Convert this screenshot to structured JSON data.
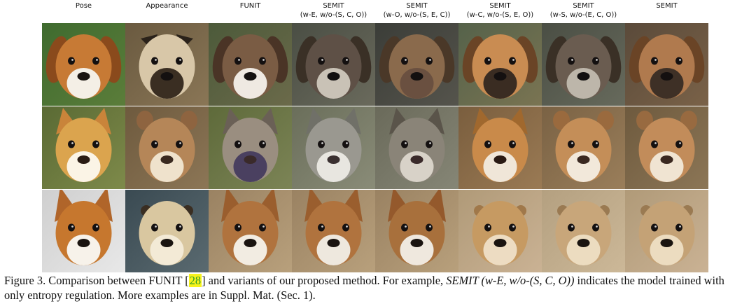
{
  "columns": [
    {
      "line1": "Pose",
      "line2": ""
    },
    {
      "line1": "Appearance",
      "line2": ""
    },
    {
      "line1": "FUNIT",
      "line2": ""
    },
    {
      "line1": "SEMIT",
      "line2": "(w-E, w/o-(S, C, O))"
    },
    {
      "line1": "SEMIT",
      "line2": "(w-O, w/o-(S, E, C))"
    },
    {
      "line1": "SEMIT",
      "line2": "(w-C, w/o-(S, E, O))"
    },
    {
      "line1": "SEMIT",
      "line2": "(w-S, w/o-(E, C, O))"
    },
    {
      "line1": "SEMIT",
      "line2": ""
    }
  ],
  "caption": {
    "part1": "Figure 3. Comparison between FUNIT [",
    "ref": "28",
    "part2": "] and variants of our proposed method. For example, ",
    "italic": "SEMIT (w-E, w/o-(S, C, O))",
    "part3": " indicates the model trained with only entropy regulation. More examples are in Suppl. Mat. (Sec. 1)."
  },
  "colors": {
    "ref_highlight": "#f7f21d",
    "ref_text": "#2a9a2a"
  }
}
